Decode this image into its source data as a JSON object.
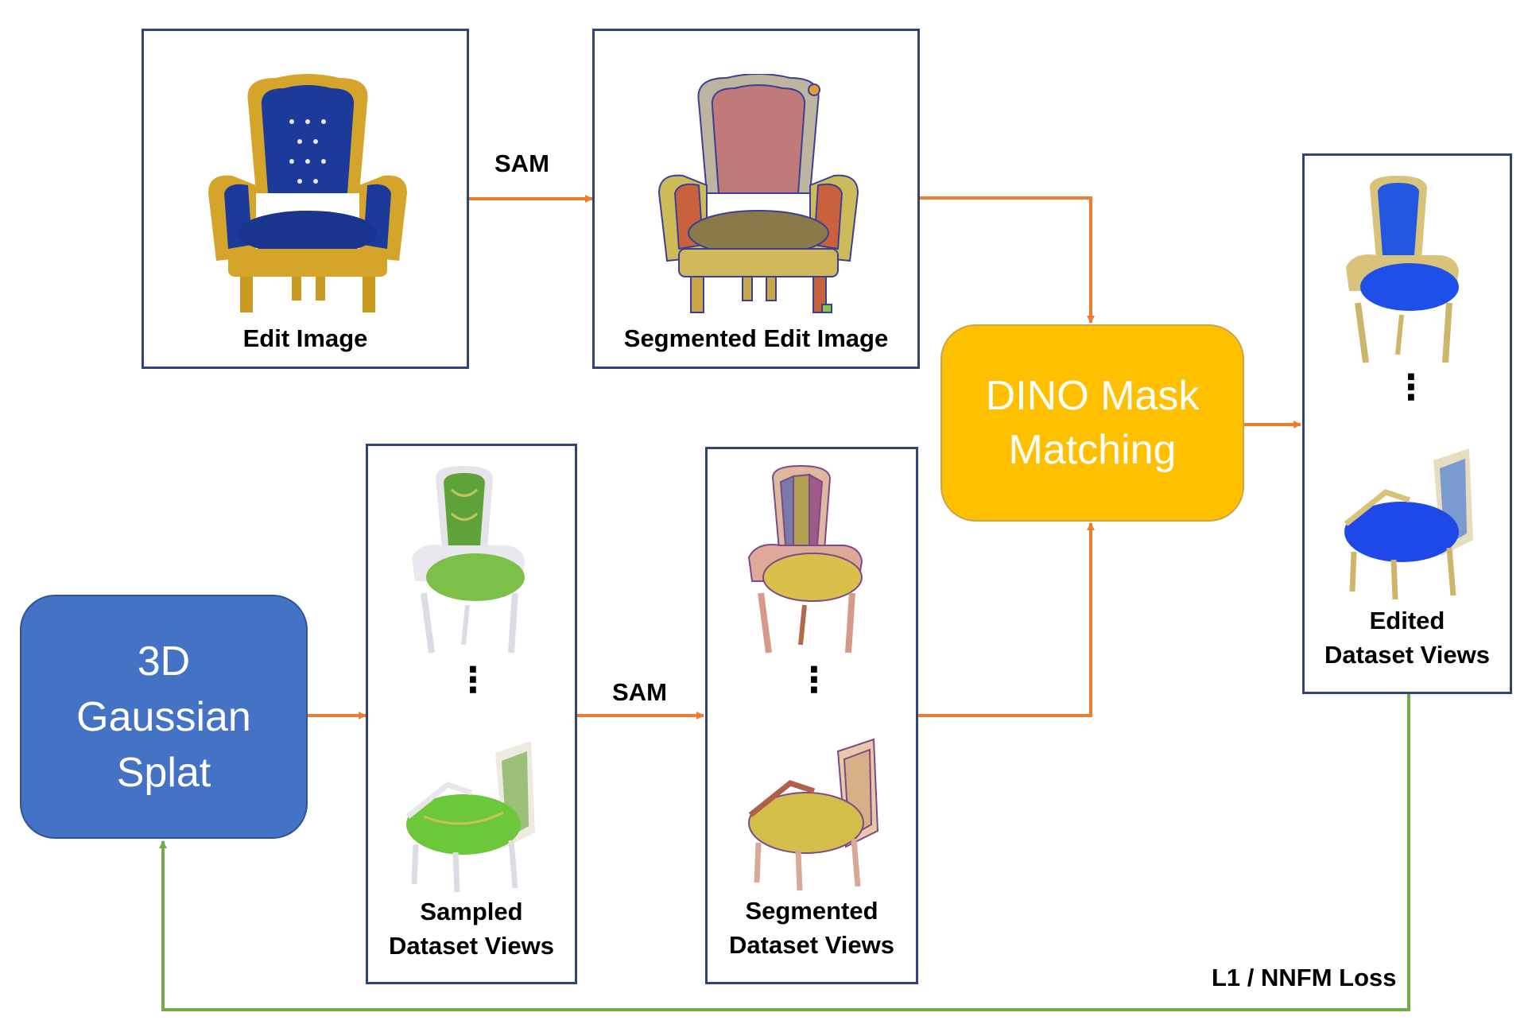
{
  "colors": {
    "box_border": "#2f4474",
    "arrow_orange": "#ed7d31",
    "arrow_green": "#70ad47",
    "splat_fill": "#4472c4",
    "dino_fill": "#ffc000"
  },
  "nodes": {
    "edit_image": {
      "label": "Edit Image"
    },
    "segmented_edit_image": {
      "label": "Segmented Edit Image"
    },
    "dino": {
      "line1": "DINO Mask",
      "line2": "Matching"
    },
    "splat": {
      "line1": "3D",
      "line2": "Gaussian",
      "line3": "Splat"
    },
    "sampled": {
      "line1": "Sampled",
      "line2": "Dataset Views"
    },
    "segmented_views": {
      "line1": "Segmented",
      "line2": "Dataset Views"
    },
    "edited": {
      "line1": "Edited",
      "line2": "Dataset Views"
    }
  },
  "edges": {
    "sam_top": "SAM",
    "sam_bottom": "SAM",
    "loss": "L1 / NNFM Loss"
  },
  "ellipsis": "⋮"
}
